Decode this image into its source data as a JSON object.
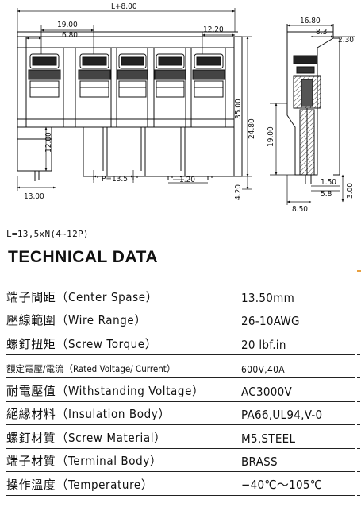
{
  "drawing": {
    "dimensions": {
      "overall_length": "L+8.00",
      "first_pitch": "19.00",
      "left_offset": "6.80",
      "right_width": "12.20",
      "height_total": "35.00",
      "height_mid": "24.80",
      "height_lower": "19.00",
      "pin_length": "12.00",
      "pitch": "P=13.5",
      "pin_width": "1.20",
      "left_edge": "13.00",
      "pin_extension": "4.20",
      "side_depth": "16.80",
      "side_top": "8.3",
      "side_flange": "2.30",
      "pin_base_a": "1.50",
      "pin_base_b": "5.8",
      "pin_base_c": "3.00",
      "side_bottom": "8.50"
    }
  },
  "formula": "L=13,5xN(4~12P)",
  "section_title": "TECHNICAL DATA",
  "specs": [
    {
      "label": "端子間距（Center Spase）",
      "value": "13.50mm",
      "small": false
    },
    {
      "label": "壓線範圍（Wire Range）",
      "value": "26-10AWG",
      "small": false
    },
    {
      "label": "螺釘扭矩（Screw Torque）",
      "value": "20 lbf.in",
      "small": false
    },
    {
      "label": "額定電壓/電流（Rated Voltage/ Current）",
      "value": "600V,40A",
      "small": true
    },
    {
      "label": "耐電壓值（Withstanding Voltage）",
      "value": "AC3000V",
      "small": false
    },
    {
      "label": "絕緣材料（Insulation Body）",
      "value": "PA66,UL94,V-0",
      "small": false
    },
    {
      "label": "螺釘材質（Screw Material）",
      "value": "M5,STEEL",
      "small": false
    },
    {
      "label": "端子材質（Terminal Body）",
      "value": "BRASS",
      "small": false
    },
    {
      "label": "操作溫度（Temperature）",
      "value": "−40℃～105℃",
      "small": false
    }
  ]
}
